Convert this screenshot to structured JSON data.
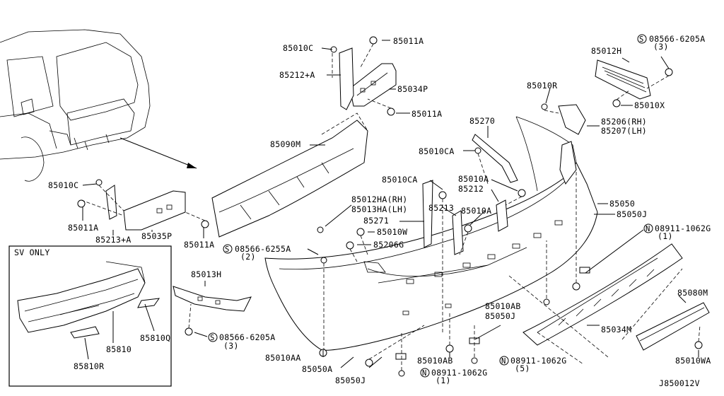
{
  "diagram_code": "J850012V",
  "sv_only_label": "SV ONLY",
  "labels": {
    "p85010C_top": "85010C",
    "p85011A_top": "85011A",
    "p85212A_top": "85212+A",
    "p85034P": "85034P",
    "p85011A_mid": "85011A",
    "p85090M": "85090M",
    "p85270": "85270",
    "p85010CA_1": "85010CA",
    "p85010CA_2": "85010CA",
    "p85010A_1": "85010A",
    "p85212": "85212",
    "p85012HA": "85012HA(RH)",
    "p85013HA": "85013HA(LH)",
    "p85271": "85271",
    "p85213": "85213",
    "p85010A_2": "85010A",
    "p85010W": "85010W",
    "p85206G": "85206G",
    "p08566_6255A": "08566-6255A",
    "p08566_6255A_qty": "(2)",
    "p85010C_left": "85010C",
    "p85011A_left": "85011A",
    "p85213A_left": "85213+A",
    "p85035P": "85035P",
    "p85011A_left2": "85011A",
    "p85012H": "85012H",
    "p08566_6205A_tr": "08566-6205A",
    "p08566_6205A_tr_qty": "(3)",
    "p85010R": "85010R",
    "p85010X": "85010X",
    "p85206RH": "85206(RH)",
    "p85207LH": "85207(LH)",
    "p85050": "85050",
    "p85050J_r": "85050J",
    "p08911_1062G_r": "08911-1062G",
    "p08911_1062G_r_qty": "(1)",
    "p85013H": "85013H",
    "p08566_6205A_bl": "08566-6205A",
    "p08566_6205A_bl_qty": "(3)",
    "p85010AB_1": "85010AB",
    "p85050J_mid": "85050J",
    "p85080M": "85080M",
    "p85034M": "85034M",
    "p85010AA": "85010AA",
    "p85050A": "85050A",
    "p85050J_bot": "85050J",
    "p08911_1062G_b": "08911-1062G",
    "p08911_1062G_b_qty": "(1)",
    "p85010AB_2": "85010AB",
    "p08911_1062G_b2": "08911-1062G",
    "p08911_1062G_b2_qty": "(5)",
    "p85010WA": "85010WA",
    "p85810": "85810",
    "p85810Q": "85810Q",
    "p85810R": "85810R"
  },
  "circle_marks": {
    "s": "S",
    "n": "N"
  }
}
